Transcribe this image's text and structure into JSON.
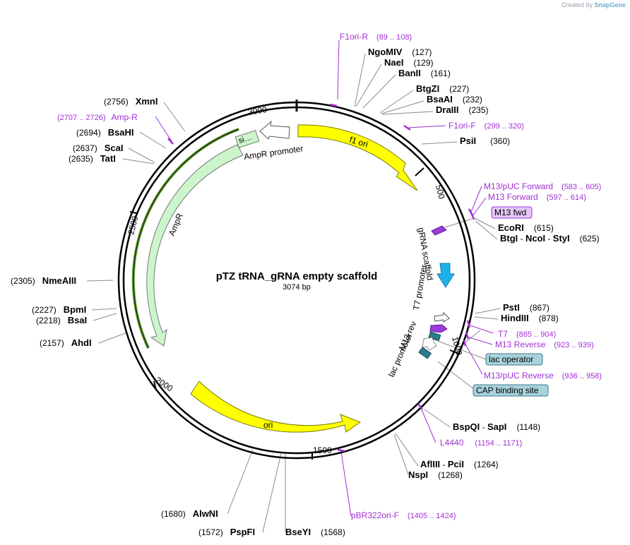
{
  "header": {
    "created_by": "Created by",
    "brand": "SnapGene"
  },
  "plasmid": {
    "name": "pTZ tRNA_gRNA empty scaffold",
    "length_label": "3074 bp",
    "length": 3074
  },
  "ticks": [
    "500",
    "1000",
    "1500",
    "2000",
    "2500",
    "3000"
  ],
  "restriction_sites": [
    {
      "name": "NgoMIV",
      "pos": "(127)"
    },
    {
      "name": "NaeI",
      "pos": "(129)"
    },
    {
      "name": "BanII",
      "pos": "(161)"
    },
    {
      "name": "BtgZI",
      "pos": "(227)"
    },
    {
      "name": "BsaAI",
      "pos": "(232)"
    },
    {
      "name": "DraIII",
      "pos": "(235)"
    },
    {
      "name": "PsiI",
      "pos": "(360)"
    },
    {
      "name": "EcoRI",
      "pos": "(615)"
    },
    {
      "name": "BtgI",
      "sep1": " - ",
      "name2": "NcoI",
      "sep2": " - ",
      "name3": "StyI",
      "pos": "(625)"
    },
    {
      "name": "PstI",
      "pos": "(867)"
    },
    {
      "name": "HindIII",
      "pos": "(878)"
    },
    {
      "name": "BspQI",
      "sep1": " - ",
      "name2": "SapI",
      "pos": "(1148)"
    },
    {
      "name": "AflIII",
      "sep1": " - ",
      "name2": "PciI",
      "pos": "(1264)"
    },
    {
      "name": "NspI",
      "pos": "(1268)"
    },
    {
      "name": "BseYI",
      "pos": "(1568)"
    },
    {
      "name": "PspFI",
      "pos": "(1572)"
    },
    {
      "name": "AlwNI",
      "pos": "(1680)"
    },
    {
      "name": "AhdI",
      "pos": "(2157)"
    },
    {
      "name": "BsaI",
      "pos": "(2218)"
    },
    {
      "name": "BpmI",
      "pos": "(2227)"
    },
    {
      "name": "NmeAIII",
      "pos": "(2305)"
    },
    {
      "name": "TatI",
      "pos": "(2635)"
    },
    {
      "name": "ScaI",
      "pos": "(2637)"
    },
    {
      "name": "BsaHI",
      "pos": "(2694)"
    },
    {
      "name": "XmnI",
      "pos": "(2756)"
    }
  ],
  "primers": [
    {
      "name": "F1ori-R",
      "range": "(89 .. 108)"
    },
    {
      "name": "F1ori-F",
      "range": "(299 .. 320)"
    },
    {
      "name": "M13/pUC Forward",
      "range": "(583 .. 605)"
    },
    {
      "name": "M13 Forward",
      "range": "(597 .. 614)"
    },
    {
      "name": "T7",
      "range": "(885 .. 904)"
    },
    {
      "name": "M13 Reverse",
      "range": "(923 .. 939)"
    },
    {
      "name": "M13/pUC Reverse",
      "range": "(936 .. 958)"
    },
    {
      "name": "L4440",
      "range": "(1154 .. 1171)"
    },
    {
      "name": "pBR322ori-F",
      "range": "(1405 .. 1424)"
    },
    {
      "name": "Amp-R",
      "range": "(2707 .. 2726)"
    }
  ],
  "features": {
    "f1_ori": "f1 ori",
    "ori": "ori",
    "ampr": "AmpR",
    "ampr_promoter": "AmpR promoter",
    "signal": "si…",
    "grna_scaffold": "gRNA scaffold",
    "t7_promoter": "T7 promoter",
    "m13_rev": "M13 rev",
    "lac_promoter": "lac promoter"
  },
  "boxed_labels": {
    "m13_fwd": "M13 fwd",
    "lac_operator": "lac operator",
    "cap_binding_site": "CAP binding site"
  },
  "colors": {
    "backbone": "#000000",
    "primer": "#a32fd6",
    "f1_ori": "#ffff00",
    "ori": "#ffff00",
    "ampr": "#ccf5cc",
    "grna_scaffold": "#1cb2e8",
    "lac_box": "#a8d3dc",
    "m13_box": "#e4c6f5",
    "misc_blue": "#2a7d8c"
  }
}
